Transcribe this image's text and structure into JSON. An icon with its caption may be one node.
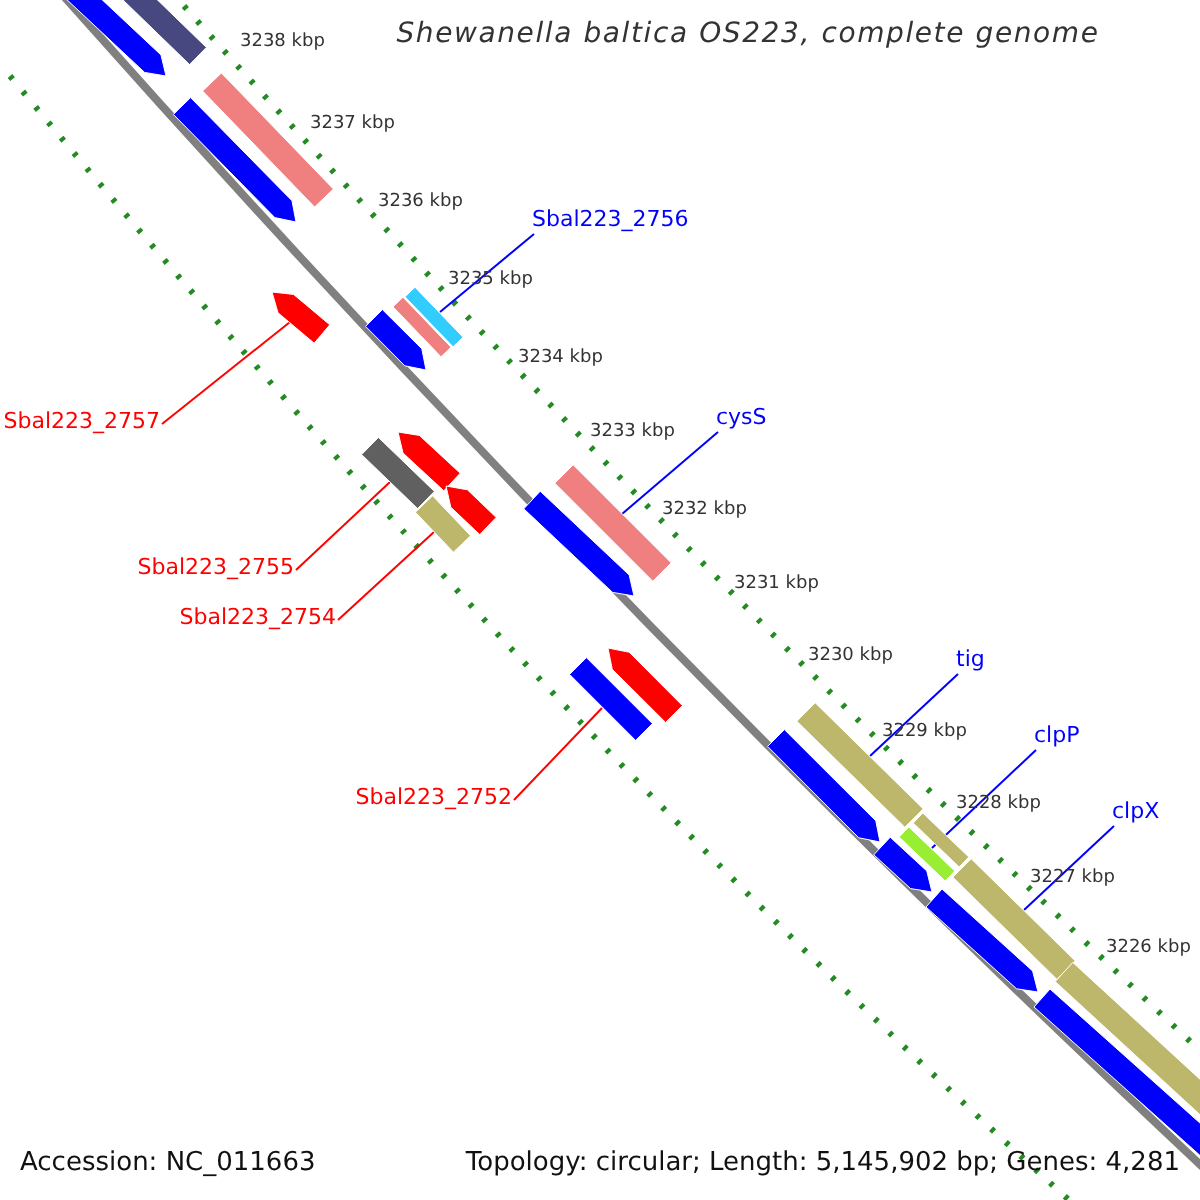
{
  "diagram": {
    "title": "Shewanella baltica OS223, complete genome",
    "nodes": [
      {
        "text": [
          "Sbal223_2756"
        ]
      },
      {
        "text": [],
        "shape": "bar"
      },
      {
        "text": [
          "Sbal223_2757"
        ]
      },
      {
        "text": [],
        "shape": "arrow"
      },
      {
        "text": [
          "cysS"
        ]
      },
      {
        "text": [],
        "shape": "bar"
      },
      {
        "text": [
          "Sbal223_2755"
        ]
      },
      {
        "text": [],
        "shape": "bar"
      },
      {
        "text": [
          "Sbal223_2754"
        ]
      },
      {
        "text": [],
        "shape": "bar"
      },
      {
        "text": [
          "tig"
        ]
      },
      {
        "text": [],
        "shape": "bar"
      },
      {
        "text": [
          "Sbal223_2752"
        ]
      },
      {
        "text": [],
        "shape": "bar"
      },
      {
        "text": [
          "clpP"
        ]
      },
      {
        "text": [],
        "shape": "bar"
      },
      {
        "text": [
          "clpX"
        ]
      },
      {
        "text": [],
        "shape": "bar"
      },
      {
        "text": [],
        "shape": "arrow"
      },
      {
        "text": [],
        "shape": "bar"
      },
      {
        "text": [],
        "shape": "bar"
      },
      {
        "text": [],
        "shape": "arrow"
      },
      {
        "text": [],
        "shape": "bar"
      },
      {
        "text": [],
        "shape": "arrow"
      },
      {
        "text": [],
        "shape": "arrow"
      },
      {
        "text": [],
        "shape": "arrow"
      },
      {
        "text": [],
        "shape": "arrow"
      },
      {
        "text": [],
        "shape": "arrow"
      },
      {
        "text": [],
        "shape": "arrow"
      },
      {
        "text": [],
        "shape": "bar"
      },
      {
        "text": [],
        "shape": "arrow"
      },
      {
        "text": [],
        "shape": "arrow"
      },
      {
        "text": [],
        "shape": "bar"
      },
      {
        "text": [],
        "shape": "bar"
      }
    ],
    "edges": [
      {
        "from": 0,
        "to": 1,
        "arrow": "none",
        "color": "#0000ff"
      },
      {
        "from": 2,
        "to": 3,
        "arrow": "none",
        "color": "#ff0000"
      },
      {
        "from": 4,
        "to": 5,
        "arrow": "none",
        "color": "#0000ff"
      },
      {
        "from": 6,
        "to": 7,
        "arrow": "none",
        "color": "#ff0000"
      },
      {
        "from": 8,
        "to": 9,
        "arrow": "none",
        "color": "#ff0000"
      },
      {
        "from": 10,
        "to": 11,
        "arrow": "none",
        "color": "#0000ff"
      },
      {
        "from": 12,
        "to": 13,
        "arrow": "none",
        "color": "#ff0000"
      },
      {
        "from": 14,
        "to": 15,
        "arrow": "none",
        "color": "#0000ff"
      },
      {
        "from": 16,
        "to": 17,
        "arrow": "none",
        "color": "#0000ff"
      }
    ],
    "labels": [
      "3238 kbp",
      "3237 kbp",
      "3236 kbp",
      "3235 kbp",
      "3234 kbp",
      "3233 kbp",
      "3232 kbp",
      "3231 kbp",
      "3230 kbp",
      "3229 kbp",
      "3228 kbp",
      "3227 kbp",
      "3226 kbp",
      "Accession: NC_011663",
      "Topology: circular; Length: 5,145,902 bp; Genes: 4,281"
    ]
  }
}
